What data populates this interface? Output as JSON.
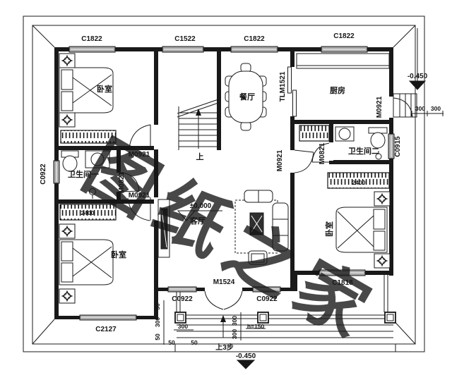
{
  "watermark": {
    "text": "图纸之家",
    "color": "#dc5a50"
  },
  "colors": {
    "line": "#1b1b1b",
    "window_fill": "#a9a9a9",
    "watermark": "#dc5a50"
  },
  "rooms": {
    "bedroom_tl": "卧室",
    "bedroom_bl": "卧室",
    "bedroom_br": "卧室",
    "dining": "餐厅",
    "kitchen": "厨房",
    "living": "客厅",
    "bath1": "卫生间一",
    "bath2": "卫生间二"
  },
  "windows": {
    "c1822_bedroom": "C1822",
    "c1522_stair": "C1522",
    "c1822_dining": "C1822",
    "c1822_kitchen": "C1822",
    "c0922_left": "C0922",
    "c2127_bedroom_bl": "C2127",
    "c0922_entry_left": "C0922",
    "c0922_entry_right": "C0922",
    "c1818_bedroom_br": "C1818",
    "c0915_bath2": "C0915"
  },
  "doors": {
    "m0921_bedroom_tl": "M0921",
    "m0921_bedroom_bl": "M0921",
    "m0921_hall": "M0921",
    "m0921_kitchen": "M0921",
    "m0821_bath1": "M0821",
    "m0821_bath2": "M0821",
    "tlm1521_kitchen": "TLM1521",
    "m1524_entry": "M1524"
  },
  "elevations": {
    "zero": "±0.000",
    "minus450_side": "-0.450",
    "minus450_front": "-0.450"
  },
  "stairs": {
    "up_label": "上",
    "up_steps_label": "上3步"
  },
  "dimensions": {
    "side_step_a": "300",
    "side_step_b": "300",
    "entry_left_stack": [
      "50",
      "300",
      "50"
    ],
    "entry_col_width": "300",
    "entry_gap_left": "50",
    "entry_gap_right": "50",
    "entry_step_a": "300",
    "entry_step_b": "300",
    "step_height": "h=150",
    "wardrobe_bl": "2400",
    "wardrobe_br": "2400"
  }
}
